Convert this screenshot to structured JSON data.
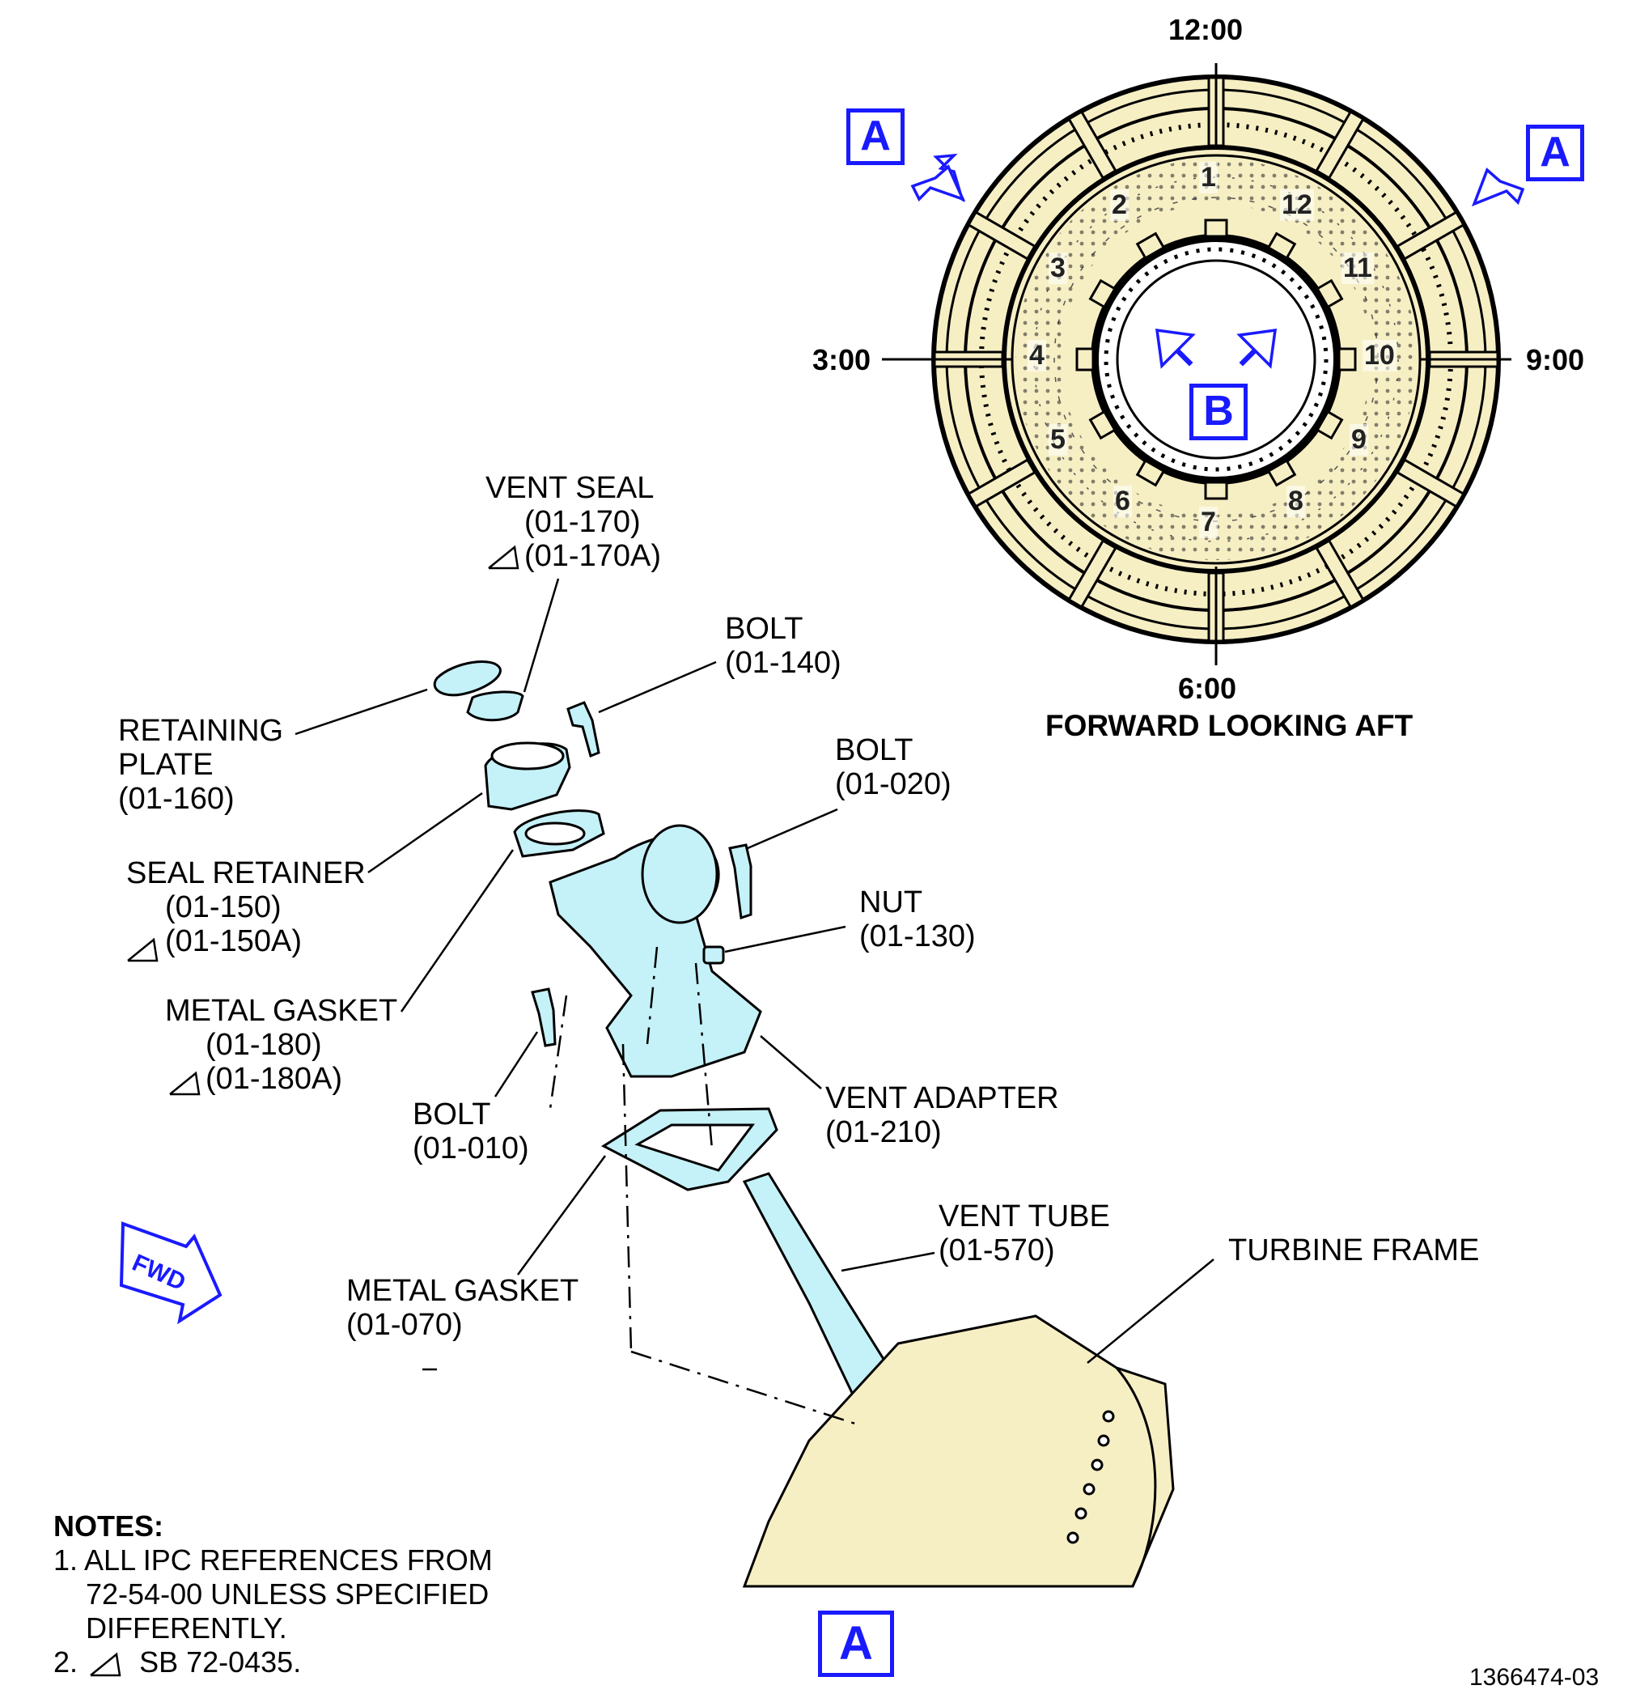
{
  "diagram": {
    "view_title": "FORWARD LOOKING AFT",
    "clock_positions": {
      "top": "12:00",
      "left": "3:00",
      "right": "9:00",
      "bottom": "6:00"
    },
    "strut_numbers": [
      "1",
      "2",
      "3",
      "4",
      "5",
      "6",
      "7",
      "8",
      "9",
      "10",
      "11",
      "12"
    ],
    "view_markers": {
      "a": "A",
      "b": "B"
    },
    "fwd_arrow": "FWD",
    "part_labels": {
      "vent_seal": {
        "name": "VENT SEAL",
        "ref": "(01-170)",
        "alt_ref": "(01-170A)"
      },
      "bolt_140": {
        "name": "BOLT",
        "ref": "(01-140)"
      },
      "retaining_plate": {
        "name_line1": "RETAINING",
        "name_line2": "PLATE",
        "ref": "(01-160)"
      },
      "bolt_020": {
        "name": "BOLT",
        "ref": "(01-020)"
      },
      "seal_retainer": {
        "name": "SEAL RETAINER",
        "ref": "(01-150)",
        "alt_ref": "(01-150A)"
      },
      "nut_130": {
        "name": "NUT",
        "ref": "(01-130)"
      },
      "metal_gasket_180": {
        "name": "METAL GASKET",
        "ref": "(01-180)",
        "alt_ref": "(01-180A)"
      },
      "bolt_010": {
        "name": "BOLT",
        "ref": "(01-010)"
      },
      "vent_adapter": {
        "name": "VENT ADAPTER",
        "ref": "(01-210)"
      },
      "vent_tube": {
        "name": "VENT TUBE",
        "ref": "(01-570)"
      },
      "turbine_frame": {
        "name": "TURBINE FRAME"
      },
      "metal_gasket_070": {
        "name": "METAL GASKET",
        "ref": "(01-070)"
      }
    },
    "notes": {
      "heading": "NOTES:",
      "note1_line1": "1. ALL IPC REFERENCES FROM",
      "note1_line2": "72-54-00 UNLESS SPECIFIED",
      "note1_line3": "DIFFERENTLY.",
      "note2_prefix": "2.",
      "note2_text": "SB 72-0435."
    },
    "figure_id": "1366474-03",
    "colors": {
      "view_marker": "#1a1aff",
      "frame_fill": "#f7efc4",
      "part_fill": "#c5f1f8",
      "line": "#000000"
    }
  }
}
